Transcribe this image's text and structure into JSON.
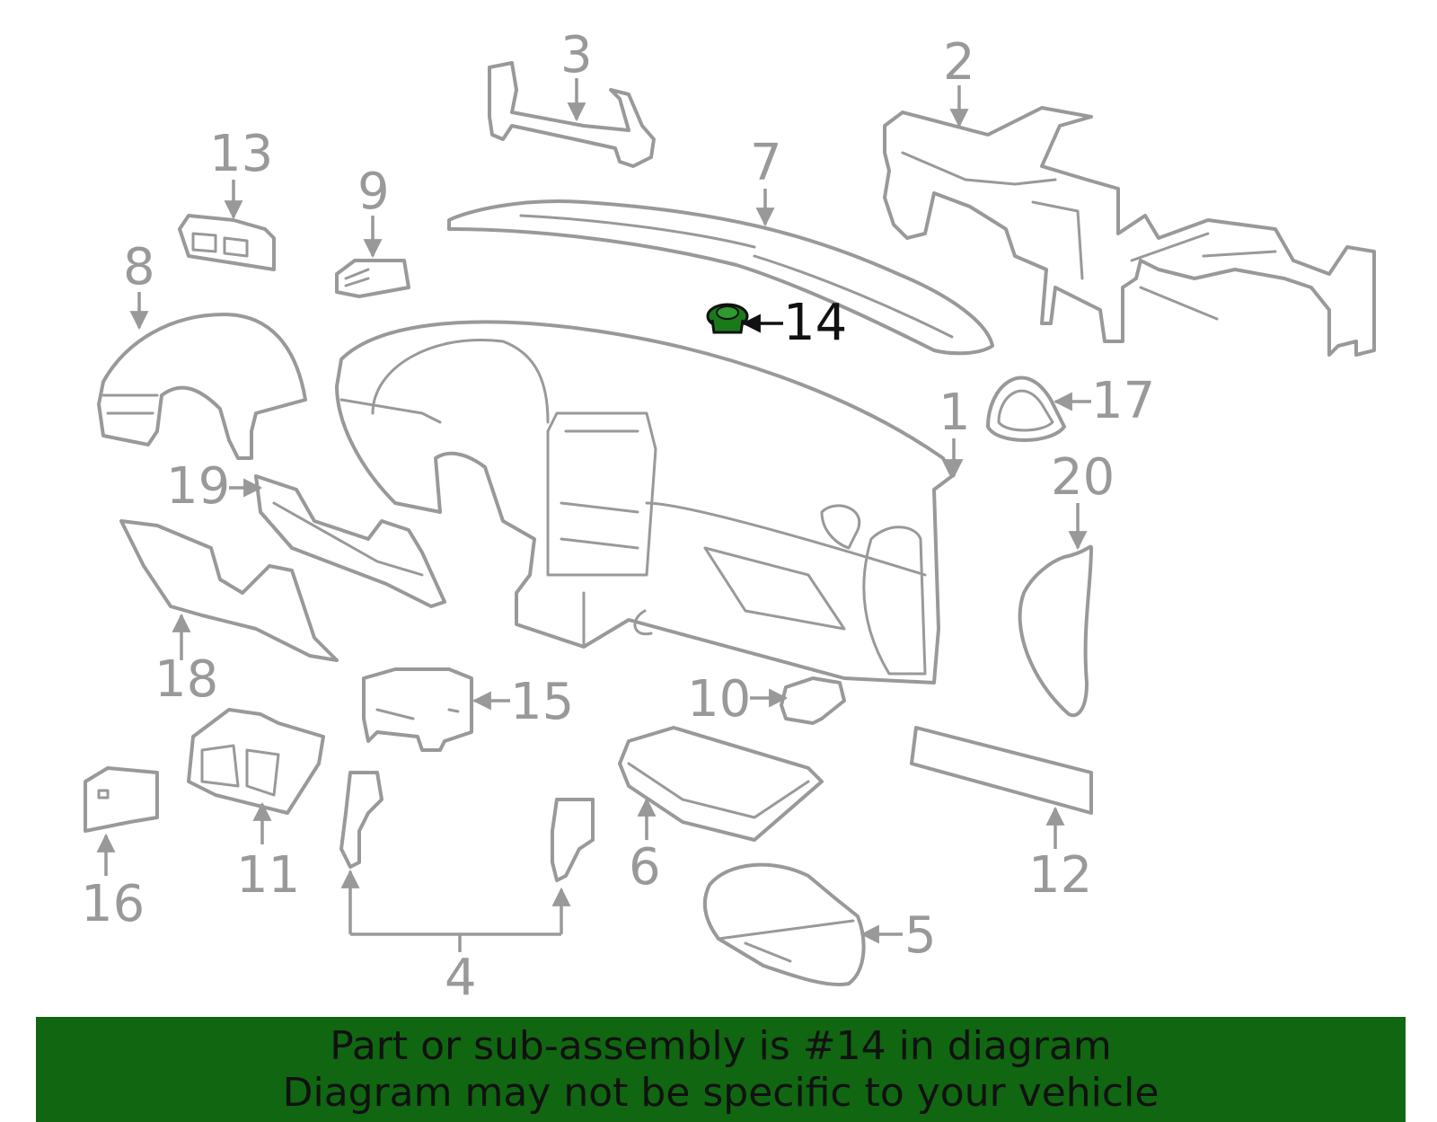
{
  "colors": {
    "line": "#999999",
    "highlight_part": "#1a7a1a",
    "highlight_text": "#111111",
    "banner_bg": "#116611"
  },
  "callouts": {
    "c1": "1",
    "c2": "2",
    "c3": "3",
    "c4": "4",
    "c5": "5",
    "c6": "6",
    "c7": "7",
    "c8": "8",
    "c9": "9",
    "c10": "10",
    "c11": "11",
    "c12": "12",
    "c13": "13",
    "c14": "14",
    "c15": "15",
    "c16": "16",
    "c17": "17",
    "c18": "18",
    "c19": "19",
    "c20": "20"
  },
  "highlighted_part": "14",
  "banner": {
    "line1": "Part or sub-assembly is #14 in diagram",
    "line2": "Diagram may not be specific to your vehicle"
  }
}
